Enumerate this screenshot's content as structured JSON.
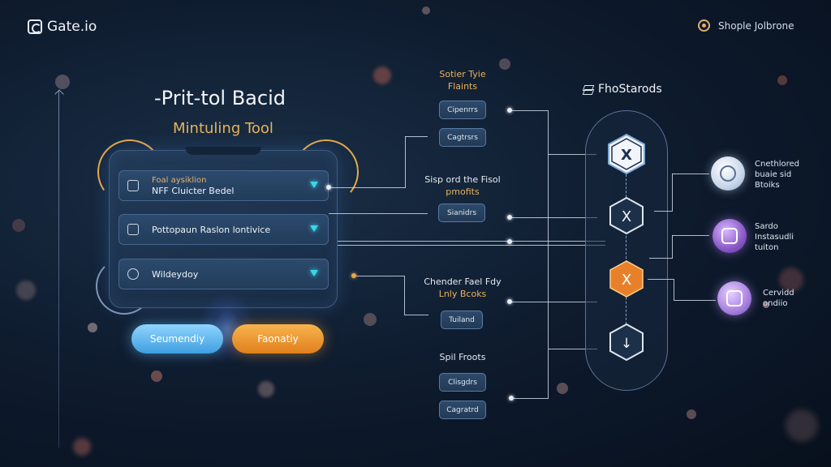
{
  "brand": {
    "name": "Gate.io"
  },
  "header_right": {
    "label": "Shople Jolbrone"
  },
  "left": {
    "title": "-Prit-tol Bacid",
    "subtitle": "Mintuling Tool",
    "rows": [
      {
        "small": "Foal aysiklion",
        "label": "NFF Cluicter Bedel",
        "icon": "calendar-icon"
      },
      {
        "label": "Pottopaun Raslon lontivice",
        "icon": "document-icon"
      },
      {
        "label": "Wildeydoy",
        "icon": "gear-icon"
      }
    ],
    "buttons": [
      {
        "label": "Seumendiy"
      },
      {
        "label": "Faonatiy"
      }
    ]
  },
  "middle": {
    "groups": [
      {
        "label_line1": "Sotier Tyie",
        "label_line2": "Flaints",
        "buttons": [
          "Cipenrrs",
          "Cagtrsrs"
        ]
      },
      {
        "label_line1": "Sisp ord the Fisol",
        "label_line2": "pmofits",
        "buttons": [
          "Sianidrs"
        ]
      },
      {
        "label_line1": "Chender Fael Fdy",
        "label_line2": "Lnly Bcoks",
        "buttons": [
          "Tuiland"
        ]
      },
      {
        "label_line1": "Spil Froots",
        "label_line2": "",
        "buttons": [
          "Clisgdrs",
          "Cagratrd"
        ]
      }
    ]
  },
  "right": {
    "title": "FhoStarods",
    "nodes": [
      "X",
      "X",
      "X",
      "↓"
    ],
    "items": [
      {
        "line1": "Cnethlored",
        "line2": "buaie sid",
        "line3": "Btoiks",
        "color": "#c8d6ea"
      },
      {
        "line1": "Sardo",
        "line2": "Instasudli",
        "line3": "tuiton",
        "color": "#a070d8"
      },
      {
        "line1": "Cervidd",
        "line2": "ondiio",
        "line3": "",
        "color": "#b088e8"
      }
    ]
  },
  "colors": {
    "accent_orange": "#e8b35a",
    "accent_cyan": "#39d6e8",
    "pill_blue": "#4aa8e8",
    "pill_orange": "#ee9a30",
    "hex_orange": "#e8802a"
  }
}
